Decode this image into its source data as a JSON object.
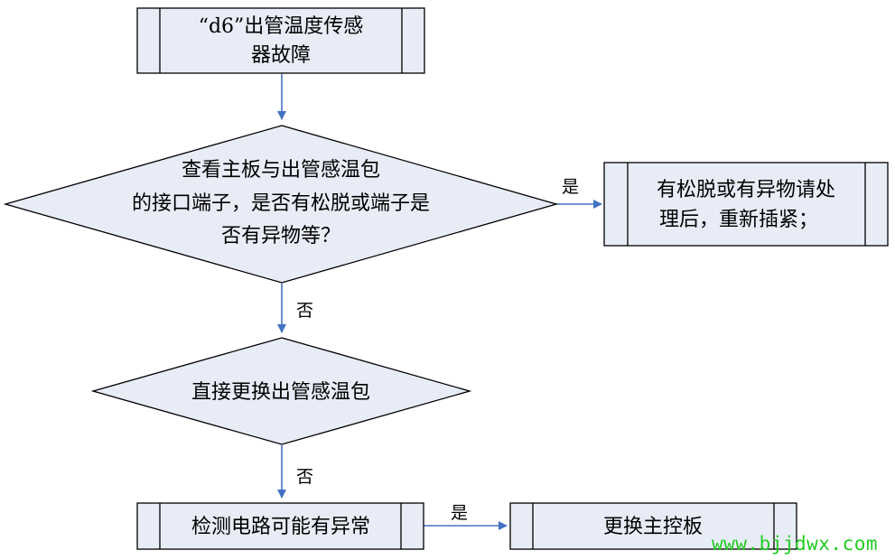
{
  "colors": {
    "node_fill": "#E8ECF6",
    "node_stroke": "#000000",
    "arrow": "#4472C4",
    "watermark": "#22CC22"
  },
  "nodes": {
    "fault_title": {
      "lines": [
        "“d6”出管温度传感",
        "器故障"
      ]
    },
    "check_terminals": {
      "lines": [
        "查看主板与出管感温包",
        "的接口端子，是否有松脱或端子是",
        "否有异物等？"
      ]
    },
    "fix_terminals": {
      "lines": [
        "有松脱或有异物请处",
        "理后，重新插紧；"
      ]
    },
    "replace_sensor": {
      "lines": [
        "直接更换出管感温包"
      ]
    },
    "check_circuit": {
      "lines": [
        "检测电路可能有异常"
      ]
    },
    "replace_board": {
      "lines": [
        "更换主控板"
      ]
    }
  },
  "edges": {
    "check_yes": "是",
    "check_no": "否",
    "replace_no": "否",
    "circuit_yes": "是"
  },
  "watermark": "www.bjjdwx.com"
}
